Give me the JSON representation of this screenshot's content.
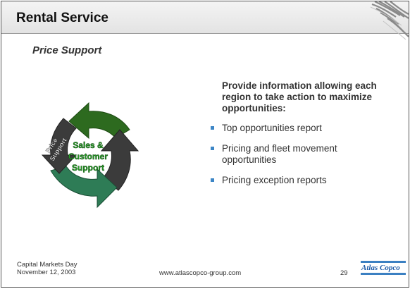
{
  "header": {
    "title": "Rental Service"
  },
  "subtitle": "Price Support",
  "cycle": {
    "center_label_line1": "Sales &",
    "center_label_line2": "Customer",
    "center_label_line3": "Support",
    "arrow_label_line1": "Price",
    "arrow_label_line2": "Support",
    "colors": {
      "dark_green": "#2d6a1f",
      "teal_green": "#2e7c56",
      "dark_gray": "#3b3b3b",
      "label_green": "#2aa32a"
    }
  },
  "content": {
    "intro": "Provide information allowing each region to take action to maximize opportunities:",
    "bullets": [
      "Top opportunities report",
      "Pricing and fleet movement opportunities",
      "Pricing exception reports"
    ],
    "bullet_color": "#3d86c6"
  },
  "footer": {
    "event": "Capital Markets Day",
    "date": "November 12, 2003",
    "url": "www.atlascopco-group.com",
    "page": "29",
    "logo_text": "Atlas Copco"
  }
}
